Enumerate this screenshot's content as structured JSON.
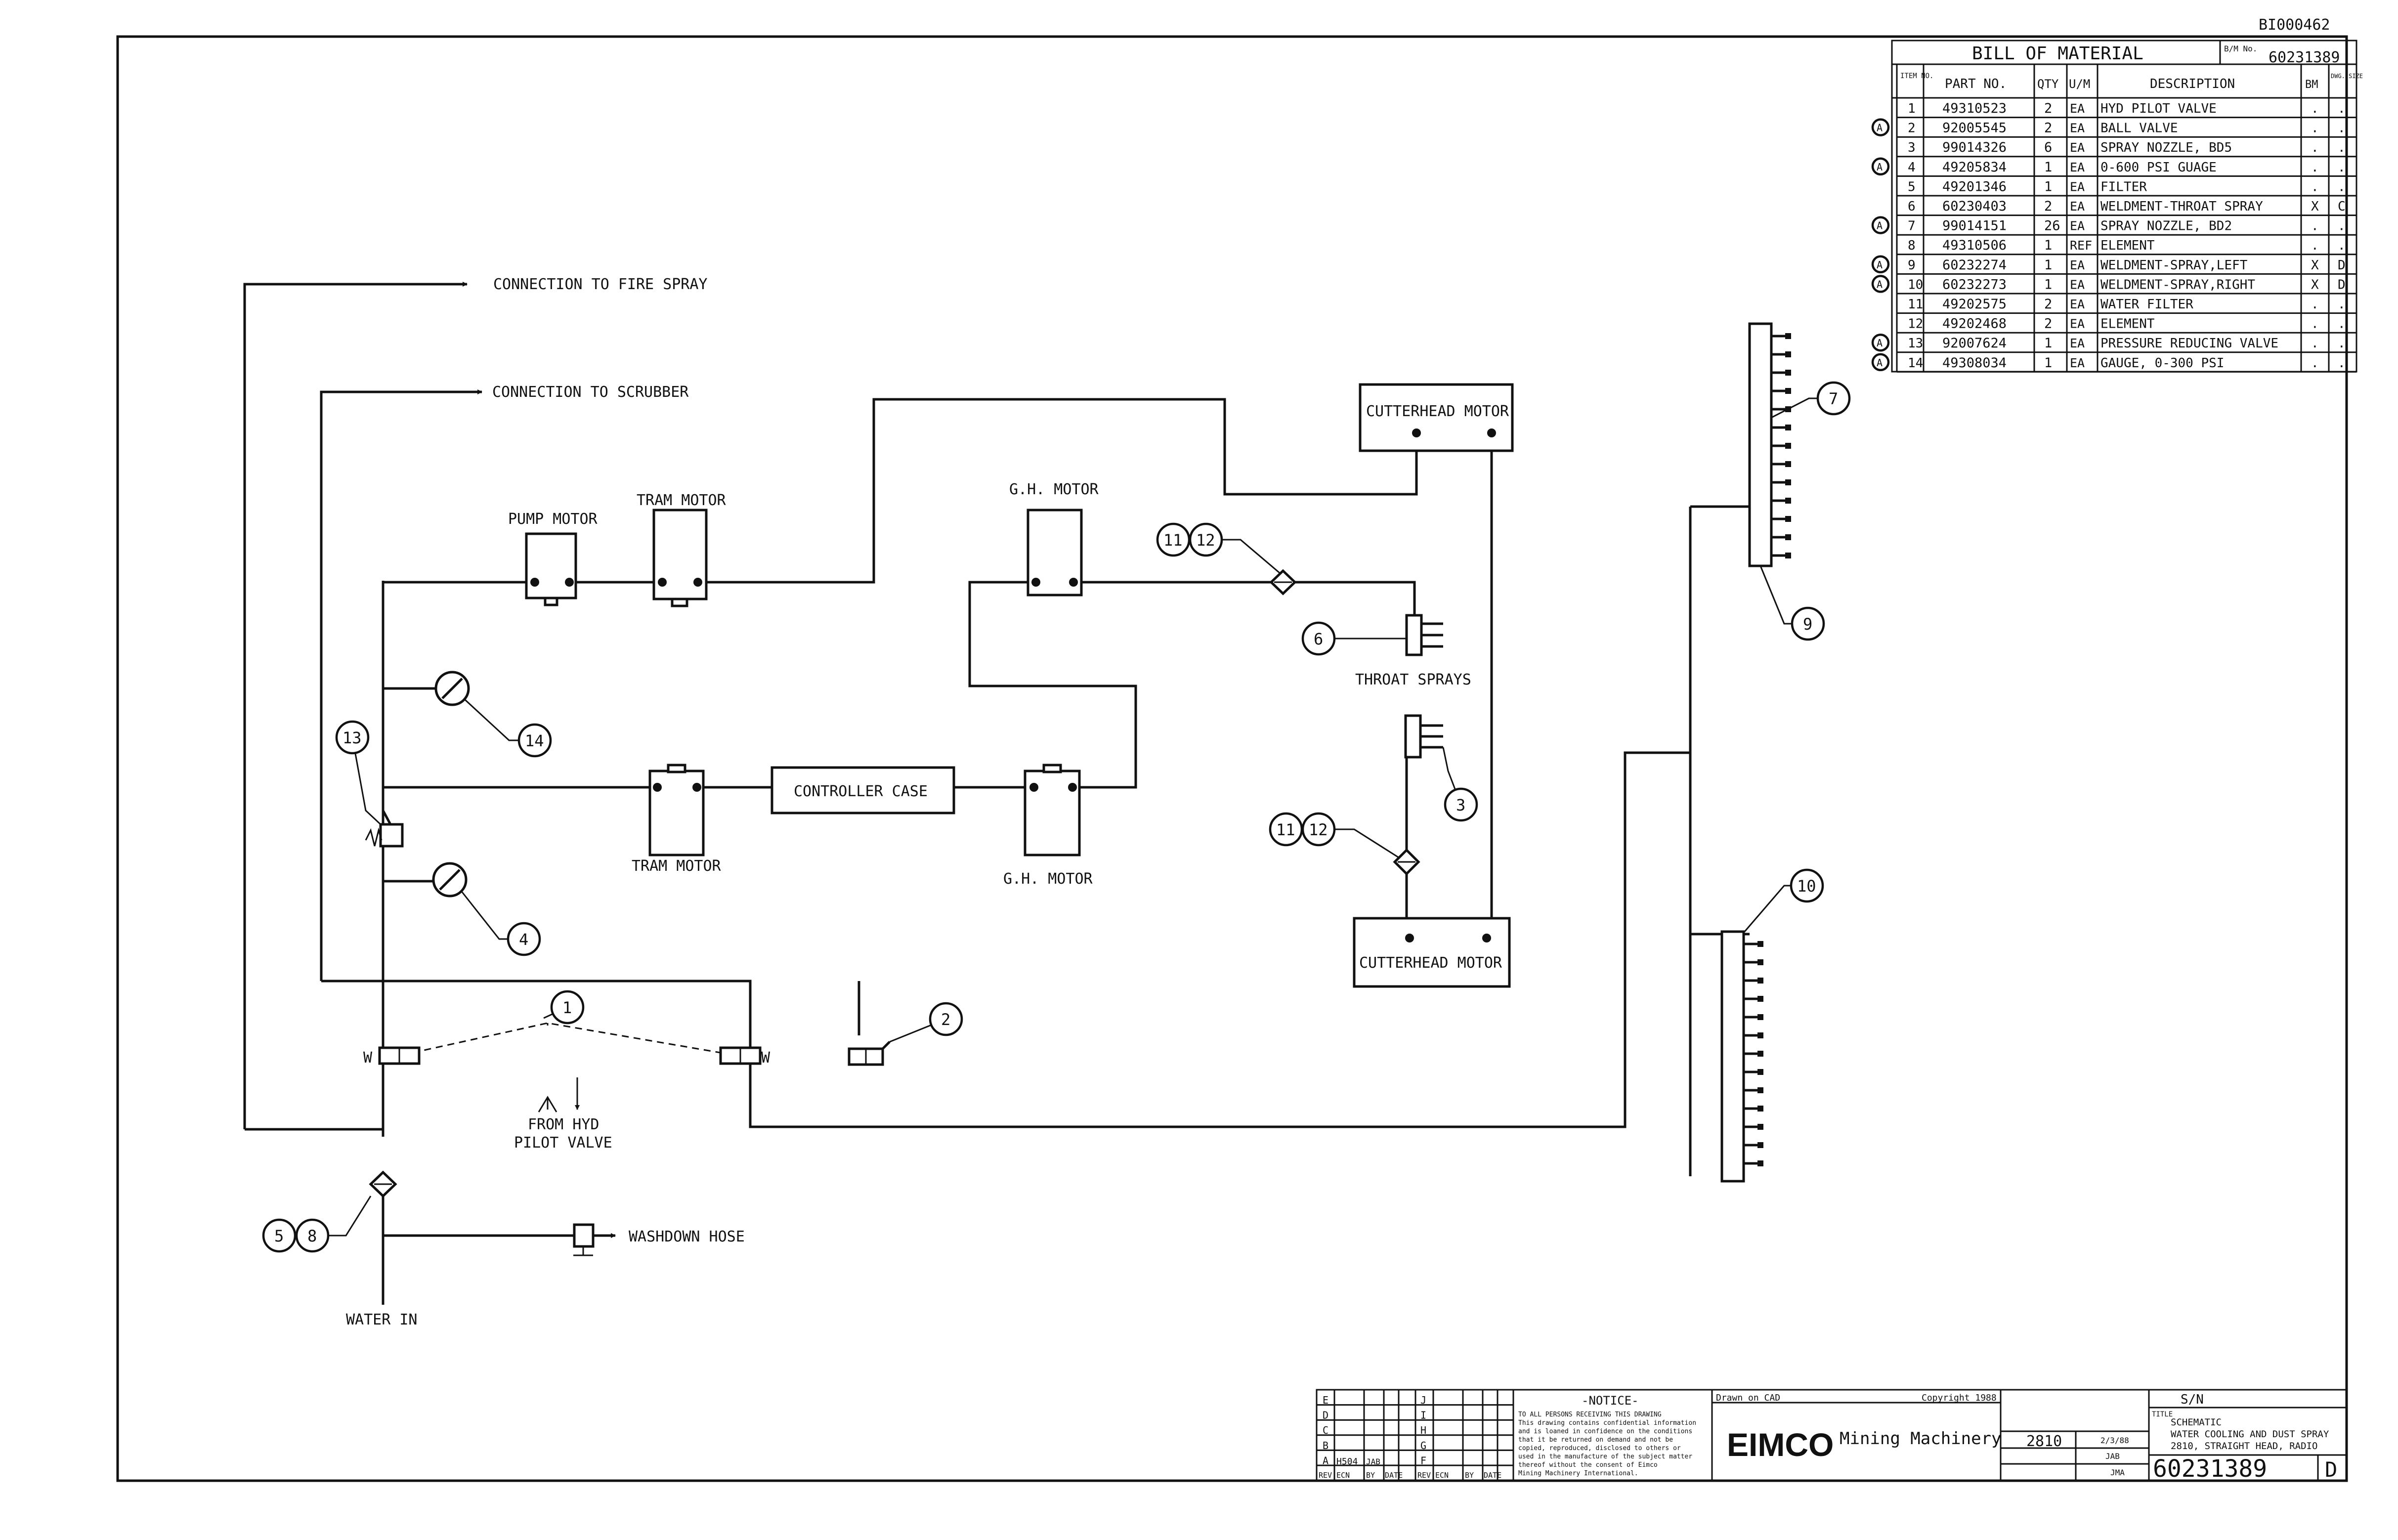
{
  "drawing_id": "BI000462",
  "bom": {
    "title": "BILL OF MATERIAL",
    "bm_no_label": "B/M No.",
    "bm_no": "60231389",
    "headers": [
      "ITEM NO.",
      "PART NO.",
      "QTY",
      "U/M",
      "DESCRIPTION",
      "BM",
      "DWG. SIZE"
    ],
    "rows": [
      {
        "rev": "",
        "item": "1",
        "part": "49310523",
        "qty": "2",
        "um": "EA",
        "desc": "HYD PILOT VALVE",
        "bm": ".",
        "size": "."
      },
      {
        "rev": "A",
        "item": "2",
        "part": "92005545",
        "qty": "2",
        "um": "EA",
        "desc": "BALL VALVE",
        "bm": ".",
        "size": "."
      },
      {
        "rev": "",
        "item": "3",
        "part": "99014326",
        "qty": "6",
        "um": "EA",
        "desc": "SPRAY NOZZLE, BD5",
        "bm": ".",
        "size": "."
      },
      {
        "rev": "A",
        "item": "4",
        "part": "49205834",
        "qty": "1",
        "um": "EA",
        "desc": "0-600 PSI GUAGE",
        "bm": ".",
        "size": "."
      },
      {
        "rev": "",
        "item": "5",
        "part": "49201346",
        "qty": "1",
        "um": "EA",
        "desc": "FILTER",
        "bm": ".",
        "size": "."
      },
      {
        "rev": "",
        "item": "6",
        "part": "60230403",
        "qty": "2",
        "um": "EA",
        "desc": "WELDMENT-THROAT SPRAY",
        "bm": "X",
        "size": "C"
      },
      {
        "rev": "A",
        "item": "7",
        "part": "99014151",
        "qty": "26",
        "um": "EA",
        "desc": "SPRAY NOZZLE, BD2",
        "bm": ".",
        "size": "."
      },
      {
        "rev": "",
        "item": "8",
        "part": "49310506",
        "qty": "1",
        "um": "REF",
        "desc": "ELEMENT",
        "bm": ".",
        "size": "."
      },
      {
        "rev": "A",
        "item": "9",
        "part": "60232274",
        "qty": "1",
        "um": "EA",
        "desc": "WELDMENT-SPRAY,LEFT",
        "bm": "X",
        "size": "D"
      },
      {
        "rev": "A",
        "item": "10",
        "part": "60232273",
        "qty": "1",
        "um": "EA",
        "desc": "WELDMENT-SPRAY,RIGHT",
        "bm": "X",
        "size": "D"
      },
      {
        "rev": "",
        "item": "11",
        "part": "49202575",
        "qty": "2",
        "um": "EA",
        "desc": "WATER FILTER",
        "bm": ".",
        "size": "."
      },
      {
        "rev": "",
        "item": "12",
        "part": "49202468",
        "qty": "2",
        "um": "EA",
        "desc": "ELEMENT",
        "bm": ".",
        "size": "."
      },
      {
        "rev": "A",
        "item": "13",
        "part": "92007624",
        "qty": "1",
        "um": "EA",
        "desc": "PRESSURE REDUCING VALVE",
        "bm": ".",
        "size": "."
      },
      {
        "rev": "A",
        "item": "14",
        "part": "49308034",
        "qty": "1",
        "um": "EA",
        "desc": "GAUGE, 0-300 PSI",
        "bm": ".",
        "size": "."
      }
    ]
  },
  "labels": {
    "fire_spray": "CONNECTION TO FIRE SPRAY",
    "scrubber": "CONNECTION TO SCRUBBER",
    "pump_motor": "PUMP MOTOR",
    "tram_motor_top": "TRAM MOTOR",
    "gh_motor_top": "G.H. MOTOR",
    "cutterhead_top": "CUTTERHEAD MOTOR",
    "cutterhead_bottom": "CUTTERHEAD MOTOR",
    "throat_sprays": "THROAT SPRAYS",
    "controller_case": "CONTROLLER CASE",
    "tram_motor_bottom": "TRAM MOTOR",
    "gh_motor_bottom": "G.H. MOTOR",
    "from_hyd": "FROM HYD",
    "pilot_valve": "PILOT VALVE",
    "washdown": "WASHDOWN HOSE",
    "water_in": "WATER IN",
    "w": "W"
  },
  "callouts": [
    "1",
    "2",
    "3",
    "4",
    "5",
    "6",
    "7",
    "8",
    "9",
    "10",
    "11",
    "12",
    "13",
    "14"
  ],
  "title_block": {
    "notice_title": "-NOTICE-",
    "notice_lines": [
      "TO ALL PERSONS RECEIVING THIS DRAWING",
      "This drawing contains confidential information",
      "and is loaned in confidence on the conditions",
      "that it be returned on demand and not be",
      "copied, reproduced, disclosed to others or",
      "used in the manufacture of the subject matter",
      "thereof without the consent of Eimco",
      "Mining Machinery International."
    ],
    "drawn_on": "Drawn on CAD",
    "copyright": "Copyright 1988",
    "company": "EIMCO",
    "company_sub": "Mining Machinery",
    "model": "2810",
    "date": "2/3/88",
    "drawn_by": "JAB",
    "checked": "JMA",
    "s_n_label": "S/N",
    "title_label": "TITLE",
    "title_lines": [
      "SCHEMATIC",
      "WATER COOLING AND DUST SPRAY",
      "2810, STRAIGHT HEAD, RADIO"
    ],
    "dwg_no": "60231389",
    "dwg_size": "D",
    "rev_row": {
      "rev": "A",
      "ecn": "H504",
      "by": "JAB"
    },
    "rev_headers": [
      "REV",
      "ECN",
      "BY",
      "DATE",
      "REV",
      "ECN",
      "BY",
      "DATE"
    ],
    "rev_letters_left": [
      "E",
      "D",
      "C",
      "B",
      "A"
    ],
    "rev_letters_right": [
      "J",
      "I",
      "H",
      "G",
      "F"
    ]
  }
}
